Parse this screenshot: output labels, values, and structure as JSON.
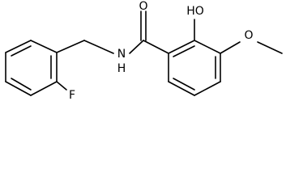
{
  "diagram_type": "chemical-structure",
  "atoms": {
    "oxygen_carbonyl": "O",
    "hydroxyl": "HO",
    "oxygen_methoxy": "O",
    "amide_nitrogen": "N",
    "amide_hydrogen": "H",
    "fluorine": "F"
  }
}
